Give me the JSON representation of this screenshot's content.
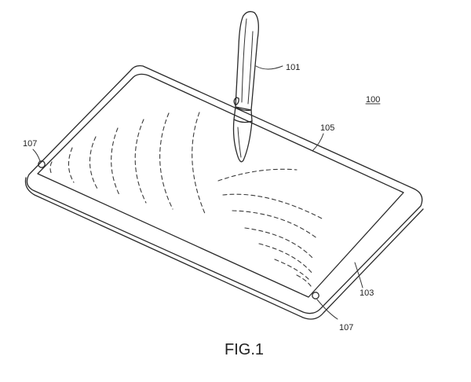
{
  "labels": {
    "stylus": "101",
    "device": "100",
    "screen": "105",
    "sensor_left": "107",
    "bezel": "103",
    "sensor_right": "107"
  },
  "caption": "FIG.1"
}
